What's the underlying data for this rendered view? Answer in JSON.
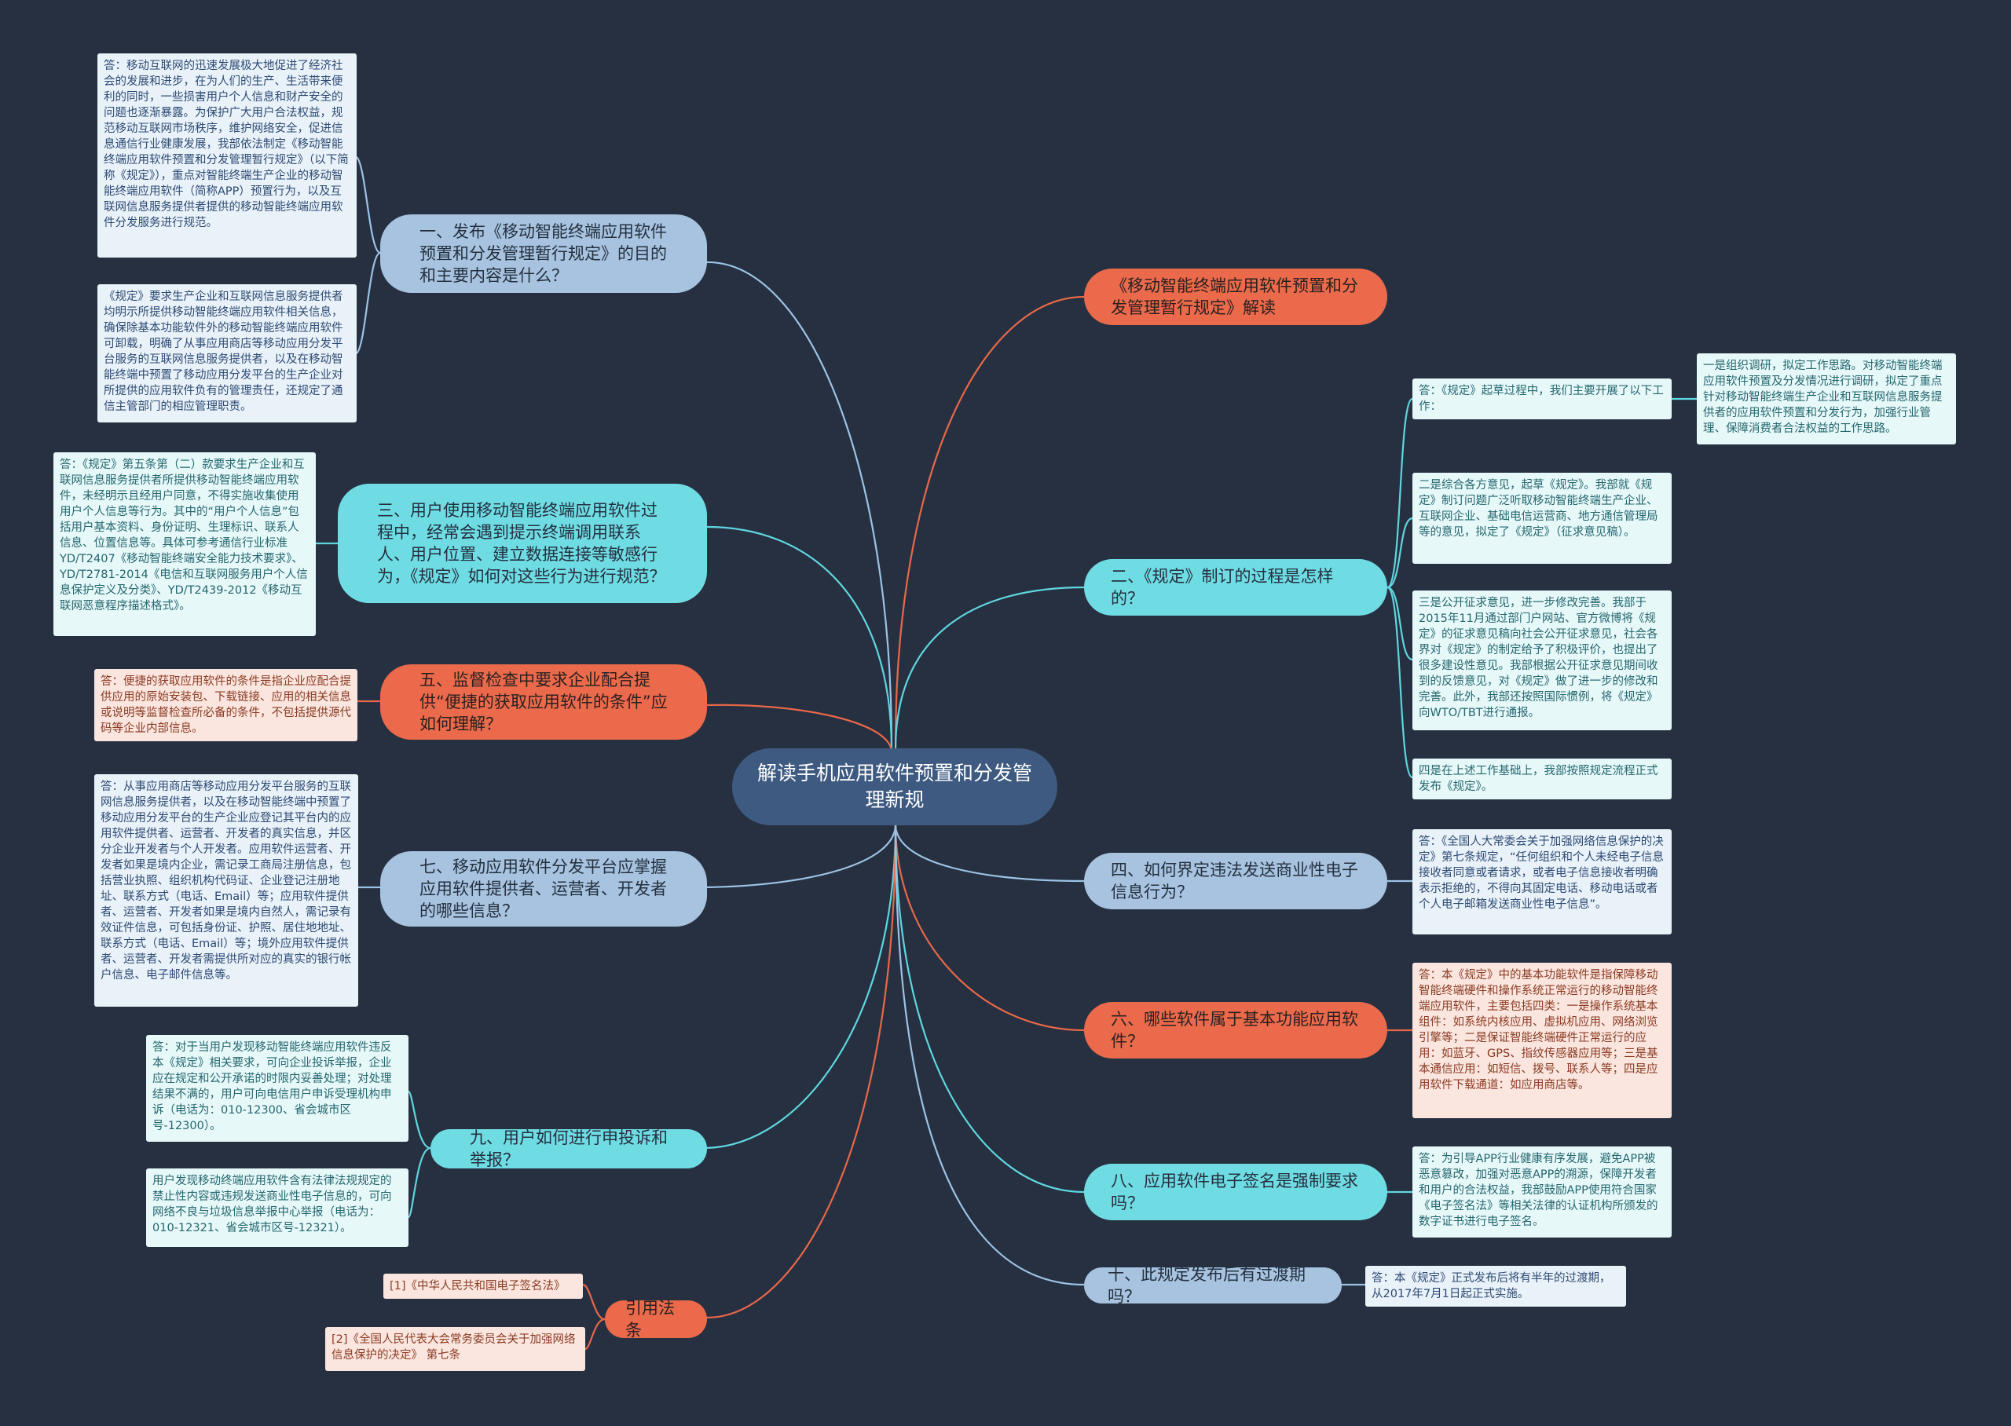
{
  "center": "解读手机应用软件预置和分发管理新规",
  "branches": {
    "q1": "一、发布《移动智能终端应用软件预置和分发管理暂行规定》的目的和主要内容是什么？",
    "q3": "三、用户使用移动智能终端应用软件过程中，经常会遇到提示终端调用联系人、用户位置、建立数据连接等敏感行为，《规定》如何对这些行为进行规范？",
    "q5": "五、监督检查中要求企业配合提供“便捷的获取应用软件的条件”应如何理解？",
    "q7": "七、移动应用软件分发平台应掌握应用软件提供者、运营者、开发者的哪些信息？",
    "q9": "九、用户如何进行申投诉和举报？",
    "cite": "引用法条",
    "title": "《移动智能终端应用软件预置和分发管理暂行规定》解读",
    "q2": "二、《规定》制订的过程是怎样的？",
    "q4": "四、如何界定违法发送商业性电子信息行为？",
    "q6": "六、哪些软件属于基本功能应用软件？",
    "q8": "八、应用软件电子签名是强制要求吗？",
    "q10": "十、此规定发布后有过渡期吗？"
  },
  "leaves": {
    "a1a": "答：移动互联网的迅速发展极大地促进了经济社会的发展和进步，在为人们的生产、生活带来便利的同时，一些损害用户个人信息和财产安全的问题也逐渐暴露。为保护广大用户合法权益，规范移动互联网市场秩序，维护网络安全，促进信息通信行业健康发展，我部依法制定《移动智能终端应用软件预置和分发管理暂行规定》（以下简称《规定》），重点对智能终端生产企业的移动智能终端应用软件（简称APP）预置行为，以及互联网信息服务提供者提供的移动智能终端应用软件分发服务进行规范。",
    "a1b": "《规定》要求生产企业和互联网信息服务提供者均明示所提供移动智能终端应用软件相关信息，确保除基本功能软件外的移动智能终端应用软件可卸载，明确了从事应用商店等移动应用分发平台服务的互联网信息服务提供者，以及在移动智能终端中预置了移动应用分发平台的生产企业对所提供的应用软件负有的管理责任，还规定了通信主管部门的相应管理职责。",
    "a3": "答：《规定》第五条第（二）款要求生产企业和互联网信息服务提供者所提供移动智能终端应用软件，未经明示且经用户同意，不得实施收集使用用户个人信息等行为。其中的“用户个人信息”包括用户基本资料、身份证明、生理标识、联系人信息、位置信息等。具体可参考通信行业标准YD/T2407《移动智能终端安全能力技术要求》、YD/T2781-2014《电信和互联网服务用户个人信息保护定义及分类》、YD/T2439-2012《移动互联网恶意程序描述格式》。",
    "a5": "答：便捷的获取应用软件的条件是指企业应配合提供应用的原始安装包、下载链接、应用的相关信息或说明等监督检查所必备的条件，不包括提供源代码等企业内部信息。",
    "a7": "答：从事应用商店等移动应用分发平台服务的互联网信息服务提供者，以及在移动智能终端中预置了移动应用分发平台的生产企业应登记其平台内的应用软件提供者、运营者、开发者的真实信息，并区分企业开发者与个人开发者。应用软件运营者、开发者如果是境内企业，需记录工商局注册信息，包括营业执照、组织机构代码证、企业登记注册地址、联系方式（电话、Email）等；应用软件提供者、运营者、开发者如果是境内自然人，需记录有效证件信息，可包括身份证、护照、居住地地址、联系方式（电话、Email）等；境外应用软件提供者、运营者、开发者需提供所对应的真实的银行帐户信息、电子邮件信息等。",
    "a9a": "答：对于当用户发现移动智能终端应用软件违反本《规定》相关要求，可向企业投诉举报，企业应在规定和公开承诺的时限内妥善处理；对处理结果不满的，用户可向电信用户申诉受理机构申诉（电话为：010-12300、省会城市区号-12300）。",
    "a9b": "用户发现移动终端应用软件含有法律法规规定的禁止性内容或违规发送商业性电子信息的，可向网络不良与垃圾信息举报中心举报（电话为：010-12321、省会城市区号-12321）。",
    "c1": "[1]《中华人民共和国电子签名法》",
    "c2": "[2]《全国人民代表大会常务委员会关于加强网络信息保护的决定》 第七条",
    "a2a": "答：《规定》起草过程中，我们主要开展了以下工作：",
    "a2a1": "一是组织调研，拟定工作思路。对移动智能终端应用软件预置及分发情况进行调研，拟定了重点针对移动智能终端生产企业和互联网信息服务提供者的应用软件预置和分发行为，加强行业管理、保障消费者合法权益的工作思路。",
    "a2b": "二是综合各方意见，起草《规定》。我部就《规定》制订问题广泛听取移动智能终端生产企业、互联网企业、基础电信运营商、地方通信管理局等的意见，拟定了《规定》（征求意见稿）。",
    "a2c": "三是公开征求意见，进一步修改完善。我部于2015年11月通过部门户网站、官方微博将《规定》的征求意见稿向社会公开征求意见，社会各界对《规定》的制定给予了积极评价，也提出了很多建设性意见。我部根据公开征求意见期间收到的反馈意见，对《规定》做了进一步的修改和完善。此外，我部还按照国际惯例，将《规定》向WTO/TBT进行通报。",
    "a2d": "四是在上述工作基础上，我部按照规定流程正式发布《规定》。",
    "a4": "答：《全国人大常委会关于加强网络信息保护的决定》第七条规定，“任何组织和个人未经电子信息接收者同意或者请求，或者电子信息接收者明确表示拒绝的，不得向其固定电话、移动电话或者个人电子邮箱发送商业性电子信息”。",
    "a6": "答：本《规定》中的基本功能软件是指保障移动智能终端硬件和操作系统正常运行的移动智能终端应用软件，主要包括四类：一是操作系统基本组件：如系统内核应用、虚拟机应用、网络浏览引擎等；二是保证智能终端硬件正常运行的应用：如蓝牙、GPS、指纹传感器应用等；三是基本通信应用：如短信、拨号、联系人等；四是应用软件下载通道：如应用商店等。",
    "a8": "答：为引导APP行业健康有序发展，避免APP被恶意篡改，加强对恶意APP的溯源，保障开发者和用户的合法权益，我部鼓励APP使用符合国家《电子签名法》等相关法律的认证机构所颁发的数字证书进行电子签名。",
    "a10": "答：本《规定》正式发布后将有半年的过渡期，从2017年7月1日起正式实施。"
  },
  "colors": {
    "background": "#263040",
    "center": "#3e5a80",
    "blue": "#a7c3df",
    "cyan": "#6fdce4",
    "orange": "#ea6a4b",
    "line_blue": "#9cc3e6",
    "line_cyan": "#5fd6df",
    "line_orange": "#e8684a"
  }
}
